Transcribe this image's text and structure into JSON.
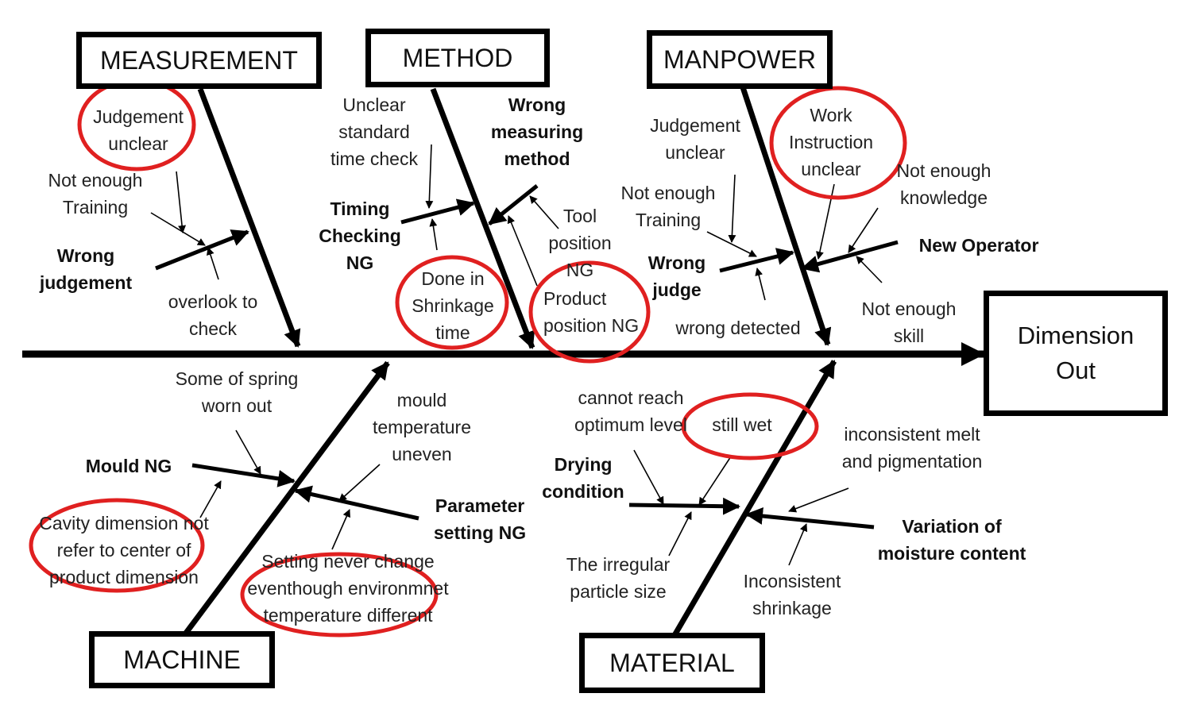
{
  "effect": [
    "Dimension",
    "Out"
  ],
  "categories": {
    "measurement": "MEASUREMENT",
    "method": "METHOD",
    "manpower": "MANPOWER",
    "machine": "MACHINE",
    "material": "MATERIAL"
  },
  "causes": {
    "measurement": {
      "main": [
        "Wrong",
        "judgement"
      ],
      "judgement_unclear": [
        "Judgement",
        "unclear"
      ],
      "not_enough_training": [
        "Not enough",
        "Training"
      ],
      "overlook": [
        "overlook to",
        "check"
      ]
    },
    "method": {
      "timing": [
        "Timing",
        "Checking",
        "NG"
      ],
      "unclear_standard": [
        "Unclear",
        "standard",
        "time check"
      ],
      "done_in_shrinkage": [
        "Done in",
        "Shrinkage",
        "time"
      ],
      "wrong_measuring": [
        "Wrong",
        "measuring",
        "method"
      ],
      "tool_position": [
        "Tool",
        "position",
        "NG"
      ],
      "product_position": [
        "Product",
        "position NG"
      ]
    },
    "manpower": {
      "wrong_judge": [
        "Wrong",
        "judge"
      ],
      "judgement_unclear": [
        "Judgement",
        "unclear"
      ],
      "not_enough_training": [
        "Not enough",
        "Training"
      ],
      "wrong_detected": "wrong detected",
      "new_operator": "New Operator",
      "work_instruction": [
        "Work",
        "Instruction",
        "unclear"
      ],
      "not_enough_knowledge": [
        "Not enough",
        "knowledge"
      ],
      "not_enough_skill": [
        "Not enough",
        "skill"
      ]
    },
    "machine": {
      "mould_ng": "Mould NG",
      "spring_worn": [
        "Some of spring",
        "worn out"
      ],
      "cavity_dimension": [
        "Cavity  dimension not",
        "refer to center of",
        "product dimension"
      ],
      "parameter_setting": [
        "Parameter",
        "setting NG"
      ],
      "mould_temperature": [
        "mould",
        "temperature",
        "uneven"
      ],
      "setting_never_change": [
        "Setting never change",
        "eventhough environmnet",
        "temperature different"
      ]
    },
    "material": {
      "drying": [
        "Drying",
        "condition"
      ],
      "cannot_reach": [
        "cannot reach",
        "optimum level"
      ],
      "still_wet": "still wet",
      "irregular_particle": [
        "The irregular",
        "particle size"
      ],
      "moisture": [
        "Variation of",
        "moisture content"
      ],
      "inconsistent_melt": [
        "inconsistent melt",
        "and pigmentation"
      ],
      "inconsistent_shrinkage": [
        "Inconsistent",
        "shrinkage"
      ]
    }
  },
  "colors": {
    "line": "#000000",
    "highlight": "#e02020"
  }
}
